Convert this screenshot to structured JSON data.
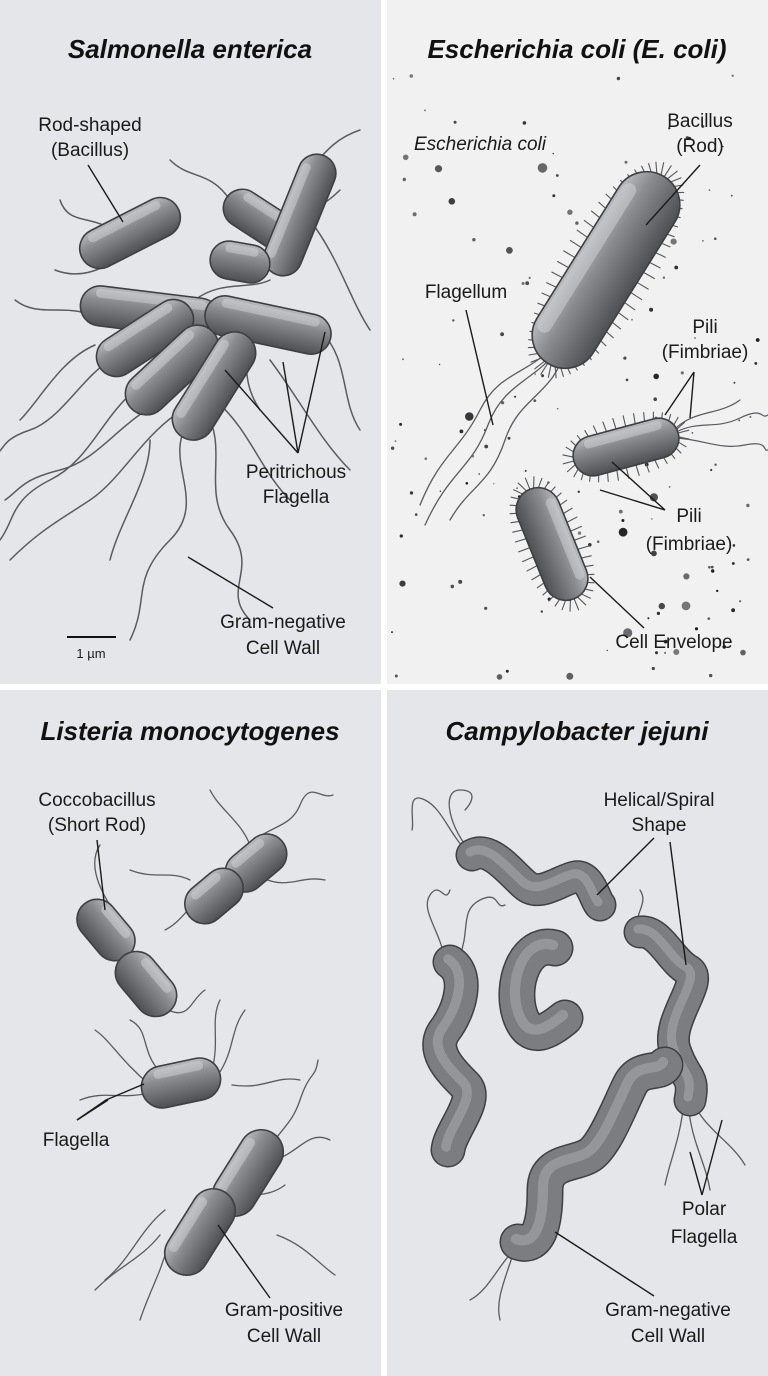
{
  "colors": {
    "panel_bg": "#e4e6e9",
    "ecoli_bg": "#f1f1f1",
    "divider": "#ffffff",
    "cell_fill": "#7b7d80",
    "cell_edge": "#3e3f42",
    "flagella": "#5a5b5e",
    "text": "#1a1a1a"
  },
  "panels": {
    "salmonella": {
      "title": "Salmonella enterica",
      "label_rod": [
        "Rod-shaped",
        "(Bacillus)"
      ],
      "label_flagella": [
        "Peritrichous",
        "Flagella"
      ],
      "label_wall": [
        "Gram-negative",
        "Cell Wall"
      ],
      "scale_bar": "1 µm"
    },
    "ecoli": {
      "title": "Escherichia coli (E. coli)",
      "caption": "Escherichia coli",
      "label_bacillus": [
        "Bacillus",
        "(Rod)"
      ],
      "label_flagellum": "Flagellum",
      "label_pili_1": [
        "Pili",
        "(Fimbriae)"
      ],
      "label_pili_2": [
        "Pili",
        "(Fimbriae)"
      ],
      "label_envelope": "Cell Envelope"
    },
    "listeria": {
      "title": "Listeria monocytogenes",
      "label_shape": [
        "Coccobacillus",
        "(Short Rod)"
      ],
      "label_flagella": "Flagella",
      "label_wall": [
        "Gram-positive",
        "Cell Wall"
      ]
    },
    "campylobacter": {
      "title": "Campylobacter jejuni",
      "label_shape": [
        "Helical/Spiral",
        "Shape"
      ],
      "label_flagella": [
        "Polar",
        "Flagella"
      ],
      "label_wall": [
        "Gram-negative",
        "Cell Wall"
      ]
    }
  }
}
